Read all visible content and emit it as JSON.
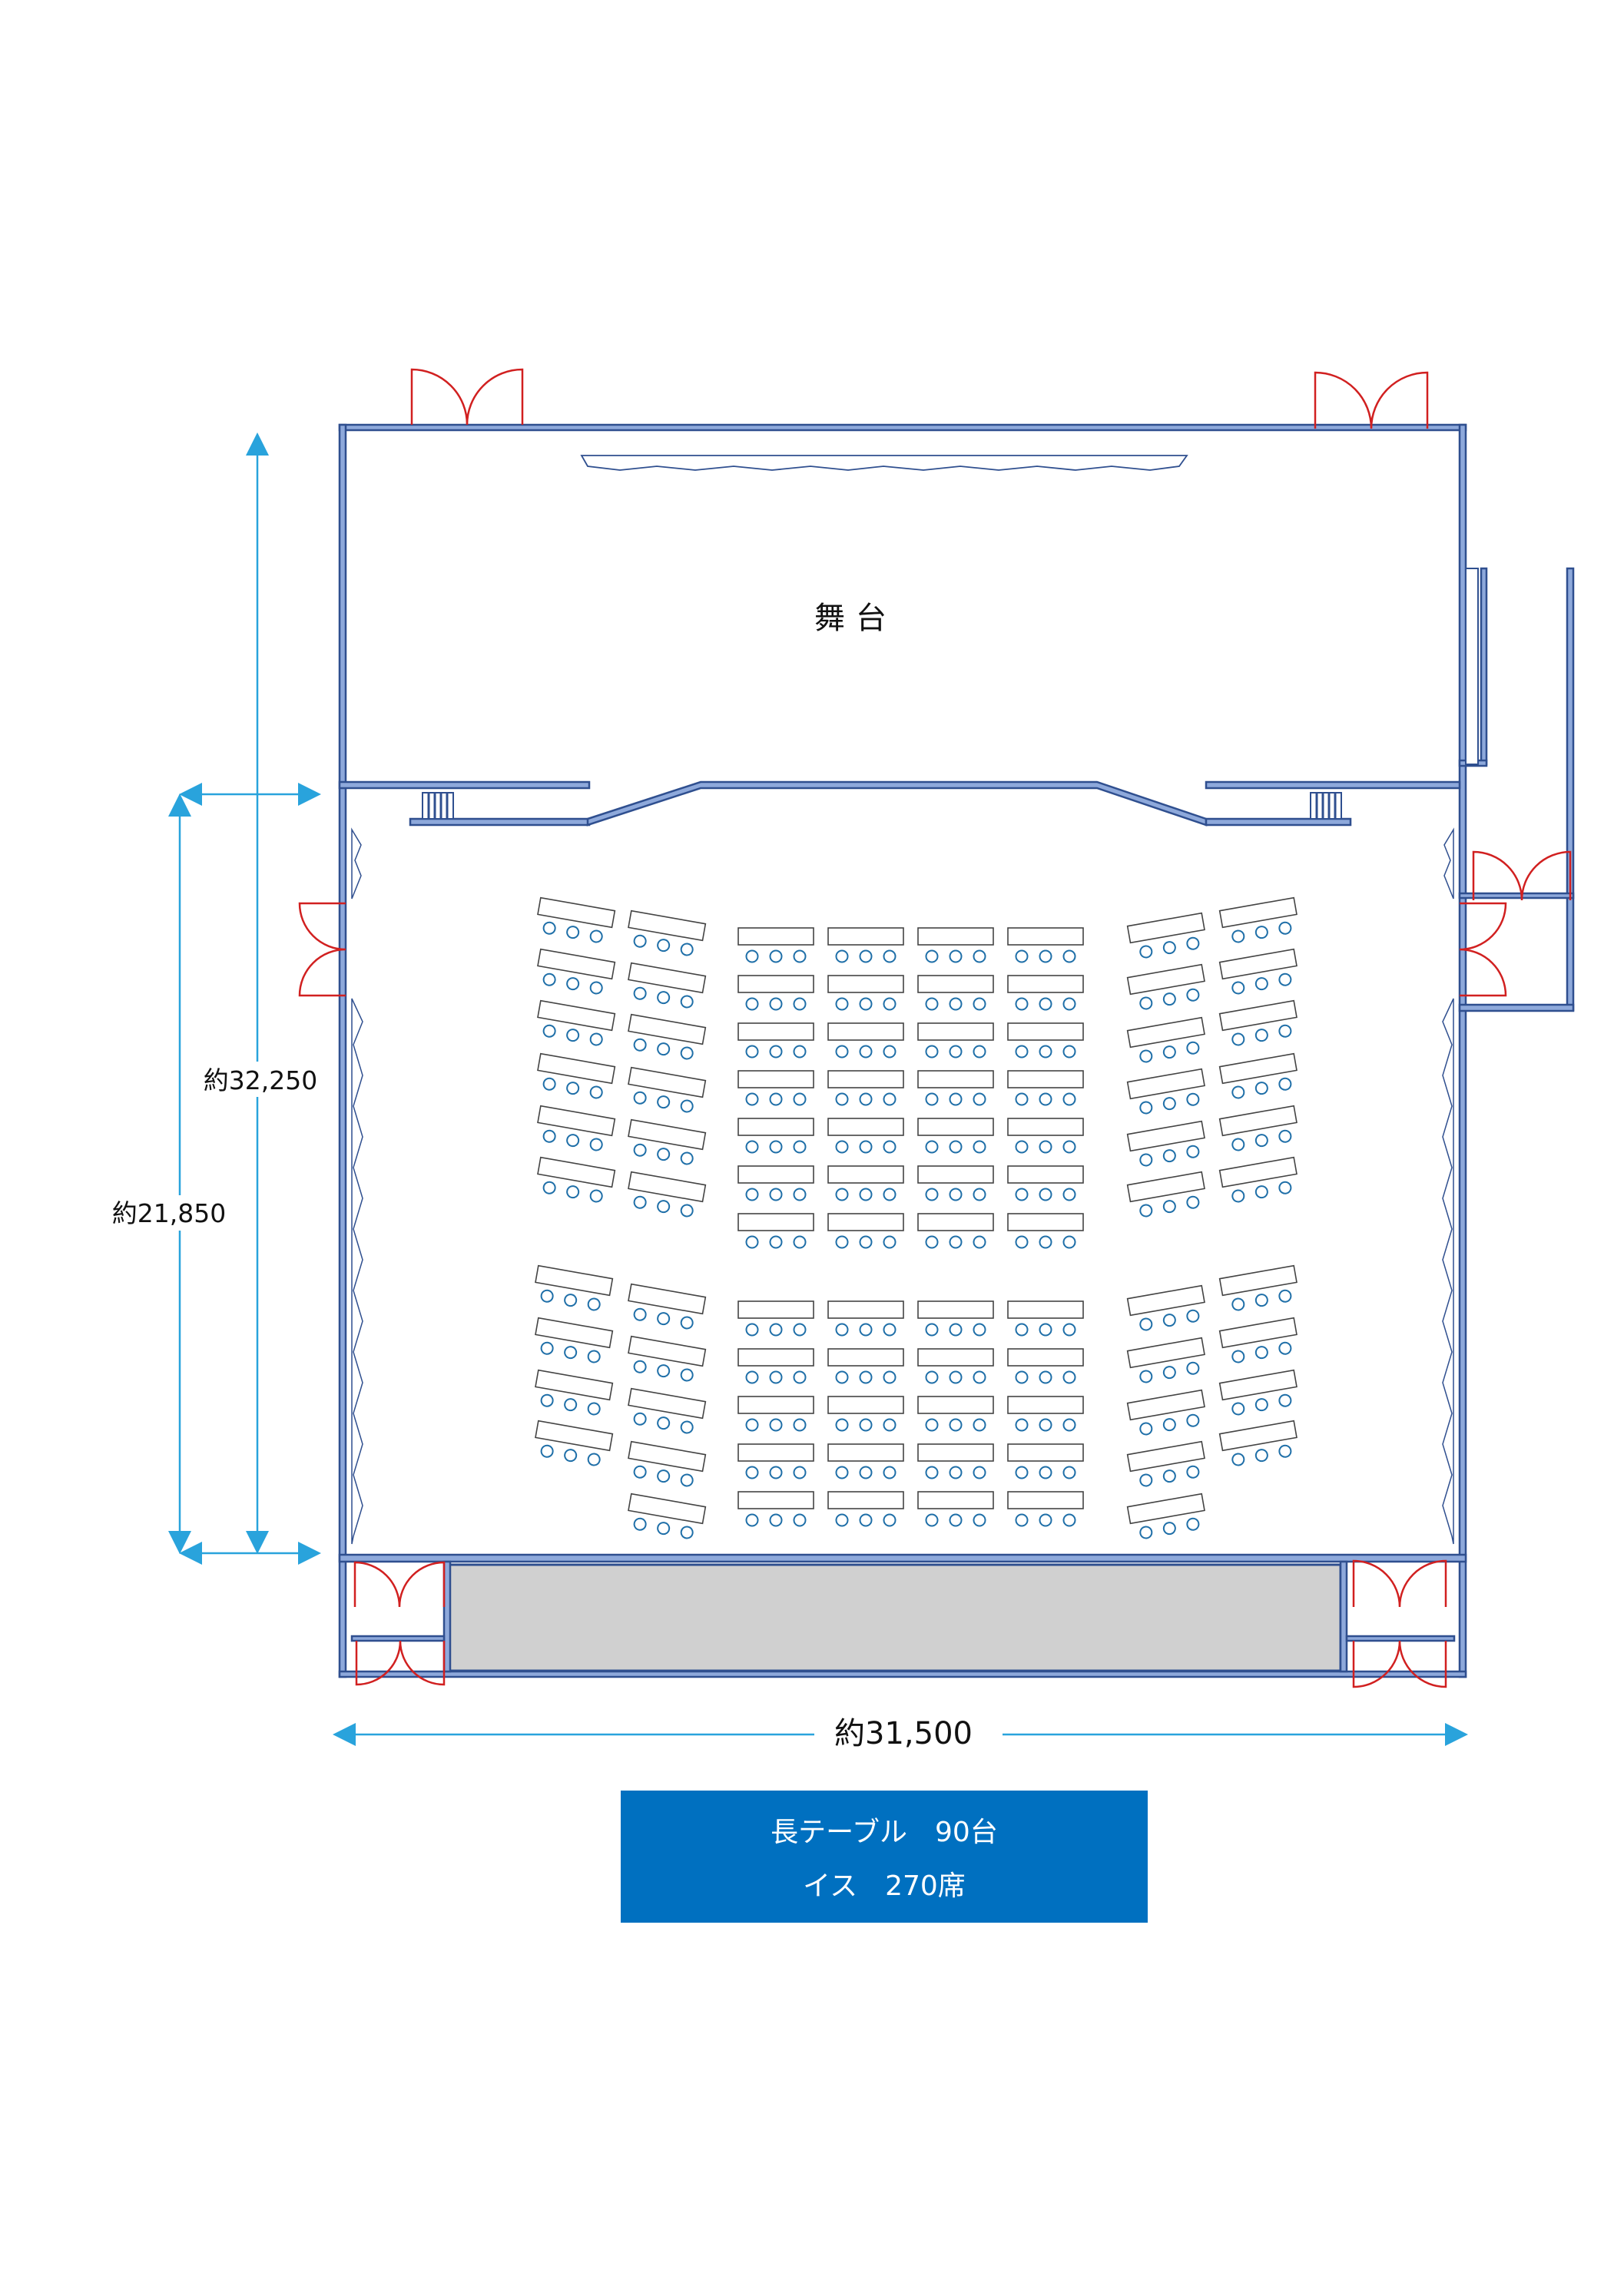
{
  "stage": {
    "label": "舞台"
  },
  "dimensions": {
    "total_depth": "約32,250",
    "hall_depth": "約21,850",
    "width": "約31,500"
  },
  "legend": {
    "line1": "長テーブル　90台",
    "line2": "イス　270席"
  },
  "colors": {
    "wall": "#8ea9db",
    "wall_outline": "#2f4f8f",
    "door": "#d12020",
    "chair": "#1f6fa8",
    "dimension": "#29a3dc",
    "legend_bg": "#0070c0",
    "lobby_fill": "#d0d0d0"
  },
  "layout_counts": {
    "tables": 90,
    "chairs": 270
  }
}
